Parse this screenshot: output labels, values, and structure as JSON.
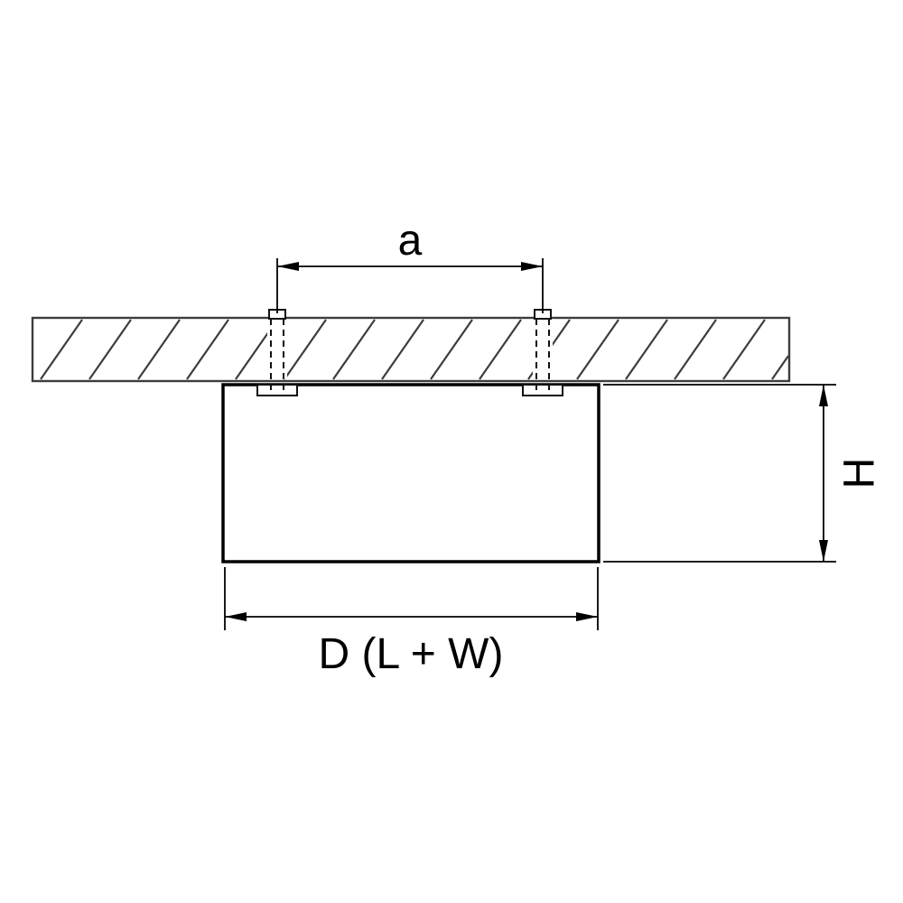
{
  "diagram": {
    "kind": "luminaire mounting dimension drawing",
    "labels": {
      "a": "a",
      "h": "H",
      "d": "D (L + W)"
    },
    "colors": {
      "line": "#000000",
      "hatch": "#3d3d3d",
      "background": "#ffffff"
    }
  }
}
